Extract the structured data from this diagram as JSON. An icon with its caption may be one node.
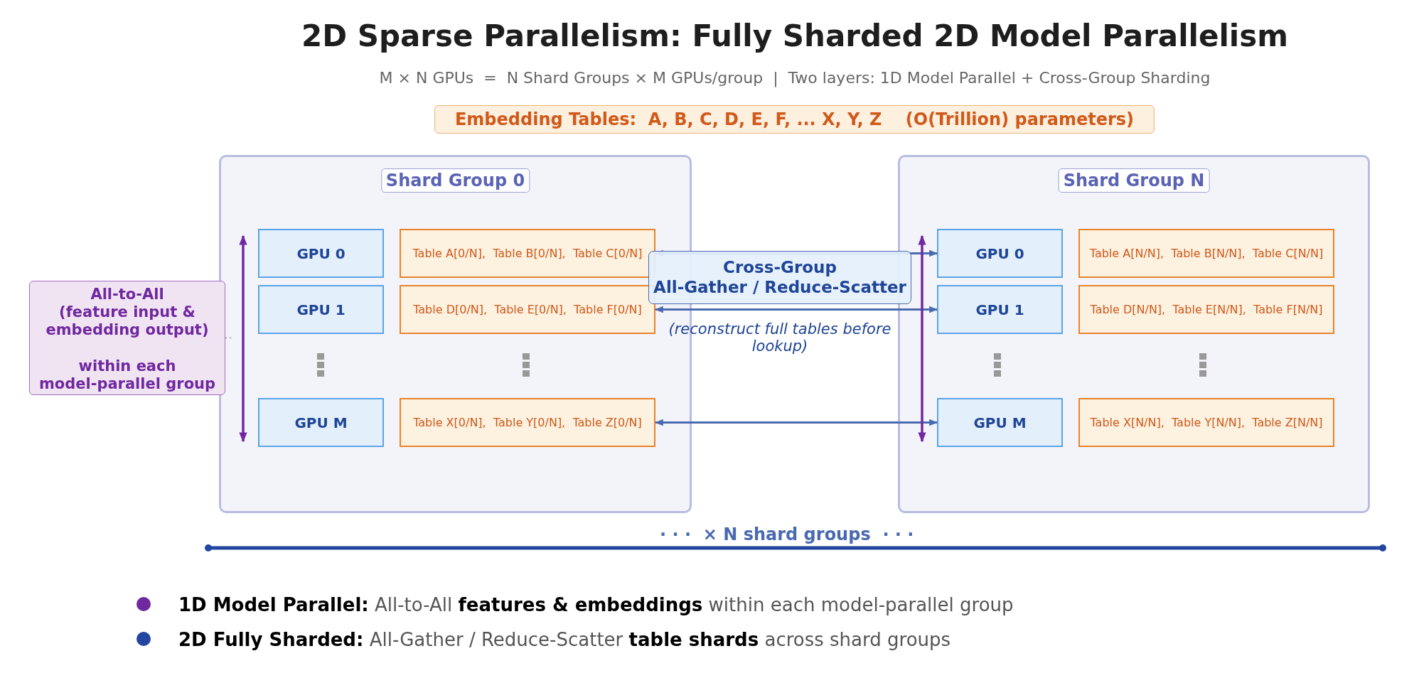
{
  "diagram": {
    "title": "2D Sparse Parallelism: Fully Sharded 2D Model Parallelism",
    "nodes": [
      {
        "text": [
          "Embedding Tables:  A, B, C, D, E, F, ... X, Y, Z    (O(Trillion) parameters)"
        ]
      },
      {
        "text": [
          "Shard Group 0"
        ]
      },
      {
        "text": [
          "GPU 0"
        ],
        "in": 1
      },
      {
        "text": [
          "Table A[0/N],  Table B[0/N],  Table C[0/N]"
        ],
        "in": 1
      },
      {
        "text": [
          "GPU 1"
        ],
        "in": 1
      },
      {
        "text": [
          "Table D[0/N],  Table E[0/N],  Table F[0/N]"
        ],
        "in": 1
      },
      {
        "text": [
          "GPU M"
        ],
        "in": 1
      },
      {
        "text": [
          "Table X[0/N],  Table Y[0/N],  Table Z[0/N]"
        ],
        "in": 1
      },
      {
        "text": [
          "Shard Group N"
        ]
      },
      {
        "text": [
          "GPU 0"
        ],
        "in": 8
      },
      {
        "text": [
          "Table A[N/N],  Table B[N/N],  Table C[N/N]"
        ],
        "in": 8
      },
      {
        "text": [
          "GPU 1"
        ],
        "in": 8
      },
      {
        "text": [
          "Table D[N/N],  Table E[N/N],  Table F[N/N]"
        ],
        "in": 8
      },
      {
        "text": [
          "GPU M"
        ],
        "in": 8
      },
      {
        "text": [
          "Table X[N/N],  Table Y[N/N],  Table Z[N/N]"
        ],
        "in": 8
      },
      {
        "text": [
          "All-to-All (feature input & embedding output)",
          "within each model-parallel group"
        ]
      },
      {
        "text": [
          "Cross-Group All-Gather / Reduce-Scatter"
        ],
        "beside": [
          "(reconstruct full tables before lookup)"
        ]
      }
    ],
    "edges": [
      {
        "from": 3,
        "to": 9,
        "arrow": "both"
      },
      {
        "from": 5,
        "to": 11,
        "arrow": "both"
      },
      {
        "from": 7,
        "to": 13,
        "arrow": "both"
      },
      {
        "from": 15,
        "to": null,
        "arrow": "none",
        "style": "dashed",
        "color": "#aaaaaa"
      },
      {
        "from": 2,
        "to": 6,
        "arrow": "both",
        "color": "#7028a0"
      },
      {
        "from": 9,
        "to": 13,
        "arrow": "both",
        "color": "#7028a0"
      }
    ],
    "labels": [
      "M × N GPUs  =  N Shard Groups × M GPUs/group  |  Two layers: 1D Model Parallel + Cross-Group Sharding",
      "· · ·  × N shard groups  · · ·"
    ],
    "legend": [
      {
        "text": "**1D Model Parallel:** All-to-All **features & embeddings** within each model-parallel group",
        "color": "#7028a0"
      },
      {
        "text": "**2D Fully Sharded:** All-Gather / Reduce-Scatter **table shards** across shard groups",
        "color": "#2346a0"
      }
    ]
  }
}
